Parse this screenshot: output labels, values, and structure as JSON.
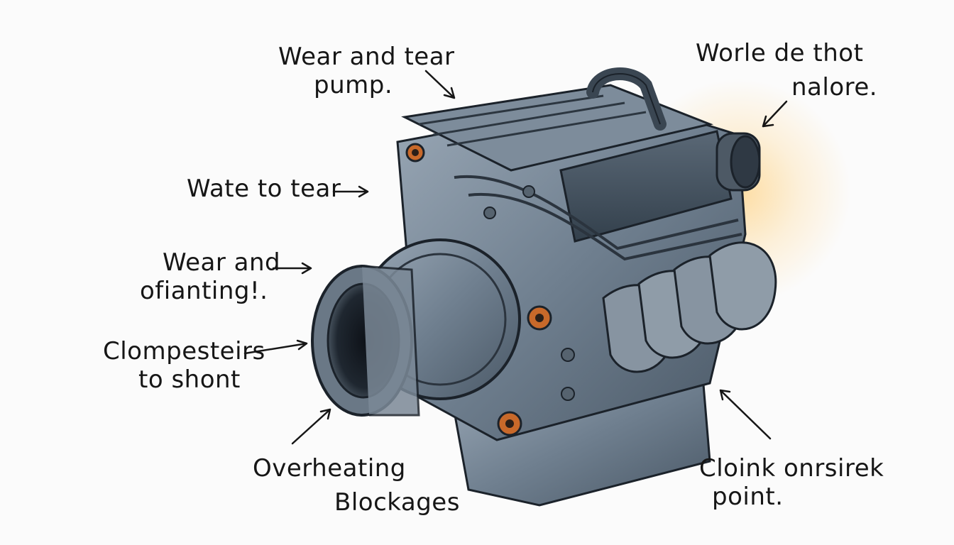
{
  "diagram": {
    "labels": [
      {
        "id": "top-pump",
        "lines": [
          "Wear and tear",
          "pump."
        ]
      },
      {
        "id": "top-right",
        "lines": [
          "Worle de thot",
          "nalore."
        ]
      },
      {
        "id": "left-1",
        "lines": [
          "Wate to tear"
        ]
      },
      {
        "id": "left-2",
        "lines": [
          "Wear and",
          "ofianting!."
        ]
      },
      {
        "id": "left-3",
        "lines": [
          "Clompesteirs",
          "to shont"
        ]
      },
      {
        "id": "bottom-left",
        "lines": [
          "Overheating",
          "Blockages"
        ]
      },
      {
        "id": "bottom-right",
        "lines": [
          "Cloink onrsirek",
          "point."
        ]
      }
    ],
    "colors": {
      "ink": "#161616",
      "metal": "#6f7f8f",
      "metal_dark": "#3f4b57",
      "accent": "#c8692a",
      "glow": "#ffc45a"
    }
  }
}
